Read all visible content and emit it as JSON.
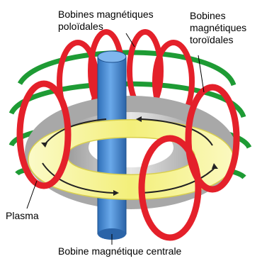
{
  "labels": {
    "poloidal_line1": "Bobines magnétiques",
    "poloidal_line2": "poloïdales",
    "toroidal_line1": "Bobines",
    "toroidal_line2": "magnétiques",
    "toroidal_line3": "toroïdales",
    "plasma": "Plasma",
    "central": "Bobine magnétique centrale"
  },
  "colors": {
    "poloidal_coil": "#1e9b34",
    "toroidal_coil": "#e4202a",
    "central_coil": "#3f86d6",
    "plasma_ring": "#f3ef8a",
    "vessel": "#b9b9b9"
  }
}
